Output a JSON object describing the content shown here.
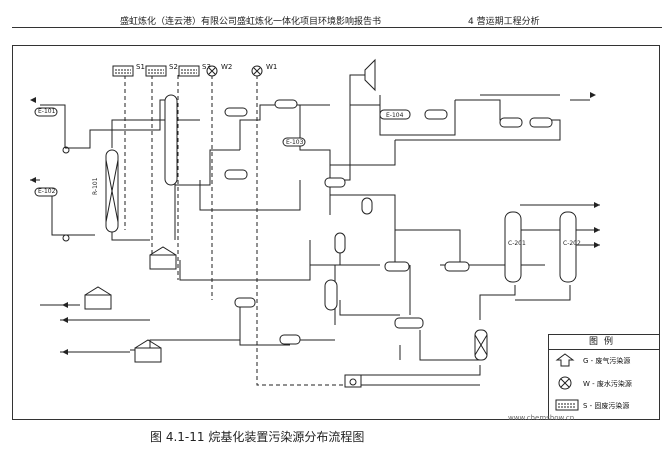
{
  "header": {
    "left_title": "盛虹炼化（连云港）有限公司盛虹炼化一体化项目环境影响报告书",
    "right_title": "4 营运期工程分析"
  },
  "diagram": {
    "source_markers": [
      {
        "id": "S1",
        "type": "solid"
      },
      {
        "id": "S2",
        "type": "solid"
      },
      {
        "id": "S3",
        "type": "solid"
      },
      {
        "id": "W2",
        "type": "water"
      },
      {
        "id": "W1",
        "type": "water"
      }
    ]
  },
  "legend": {
    "title": "图例",
    "items": [
      {
        "symbol": "G",
        "label": "G - 废气污染源"
      },
      {
        "symbol": "W",
        "label": "W - 废水污染源"
      },
      {
        "symbol": "S",
        "label": "S - 固废污染源"
      }
    ]
  },
  "caption": "图 4.1-11  烷基化装置污染源分布流程图",
  "watermark": "www.chemshow.cn"
}
